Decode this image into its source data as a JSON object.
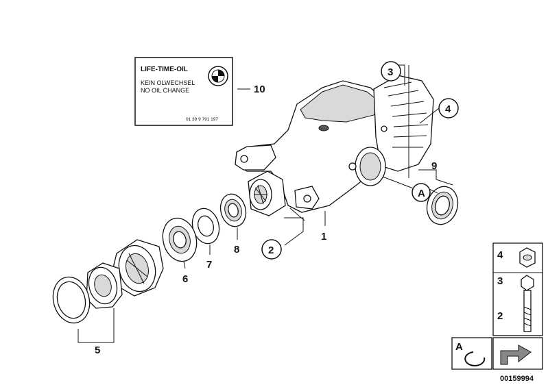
{
  "label_card": {
    "title": "LIFE-TIME-OIL",
    "line1": "KEIN OLWECHSEL",
    "line2": "NO OIL CHANGE",
    "part_code": "01 39 9 791 197"
  },
  "part_numbers": {
    "p1": "1",
    "p2": "2",
    "p3": "3",
    "p4": "4",
    "p5": "5",
    "p6": "6",
    "p7": "7",
    "p8": "8",
    "p9": "9",
    "p10": "10",
    "pA": "A"
  },
  "legend": {
    "row4": "4",
    "row3": "3",
    "row2": "2",
    "rowA": "A"
  },
  "doc_number": "00159994"
}
